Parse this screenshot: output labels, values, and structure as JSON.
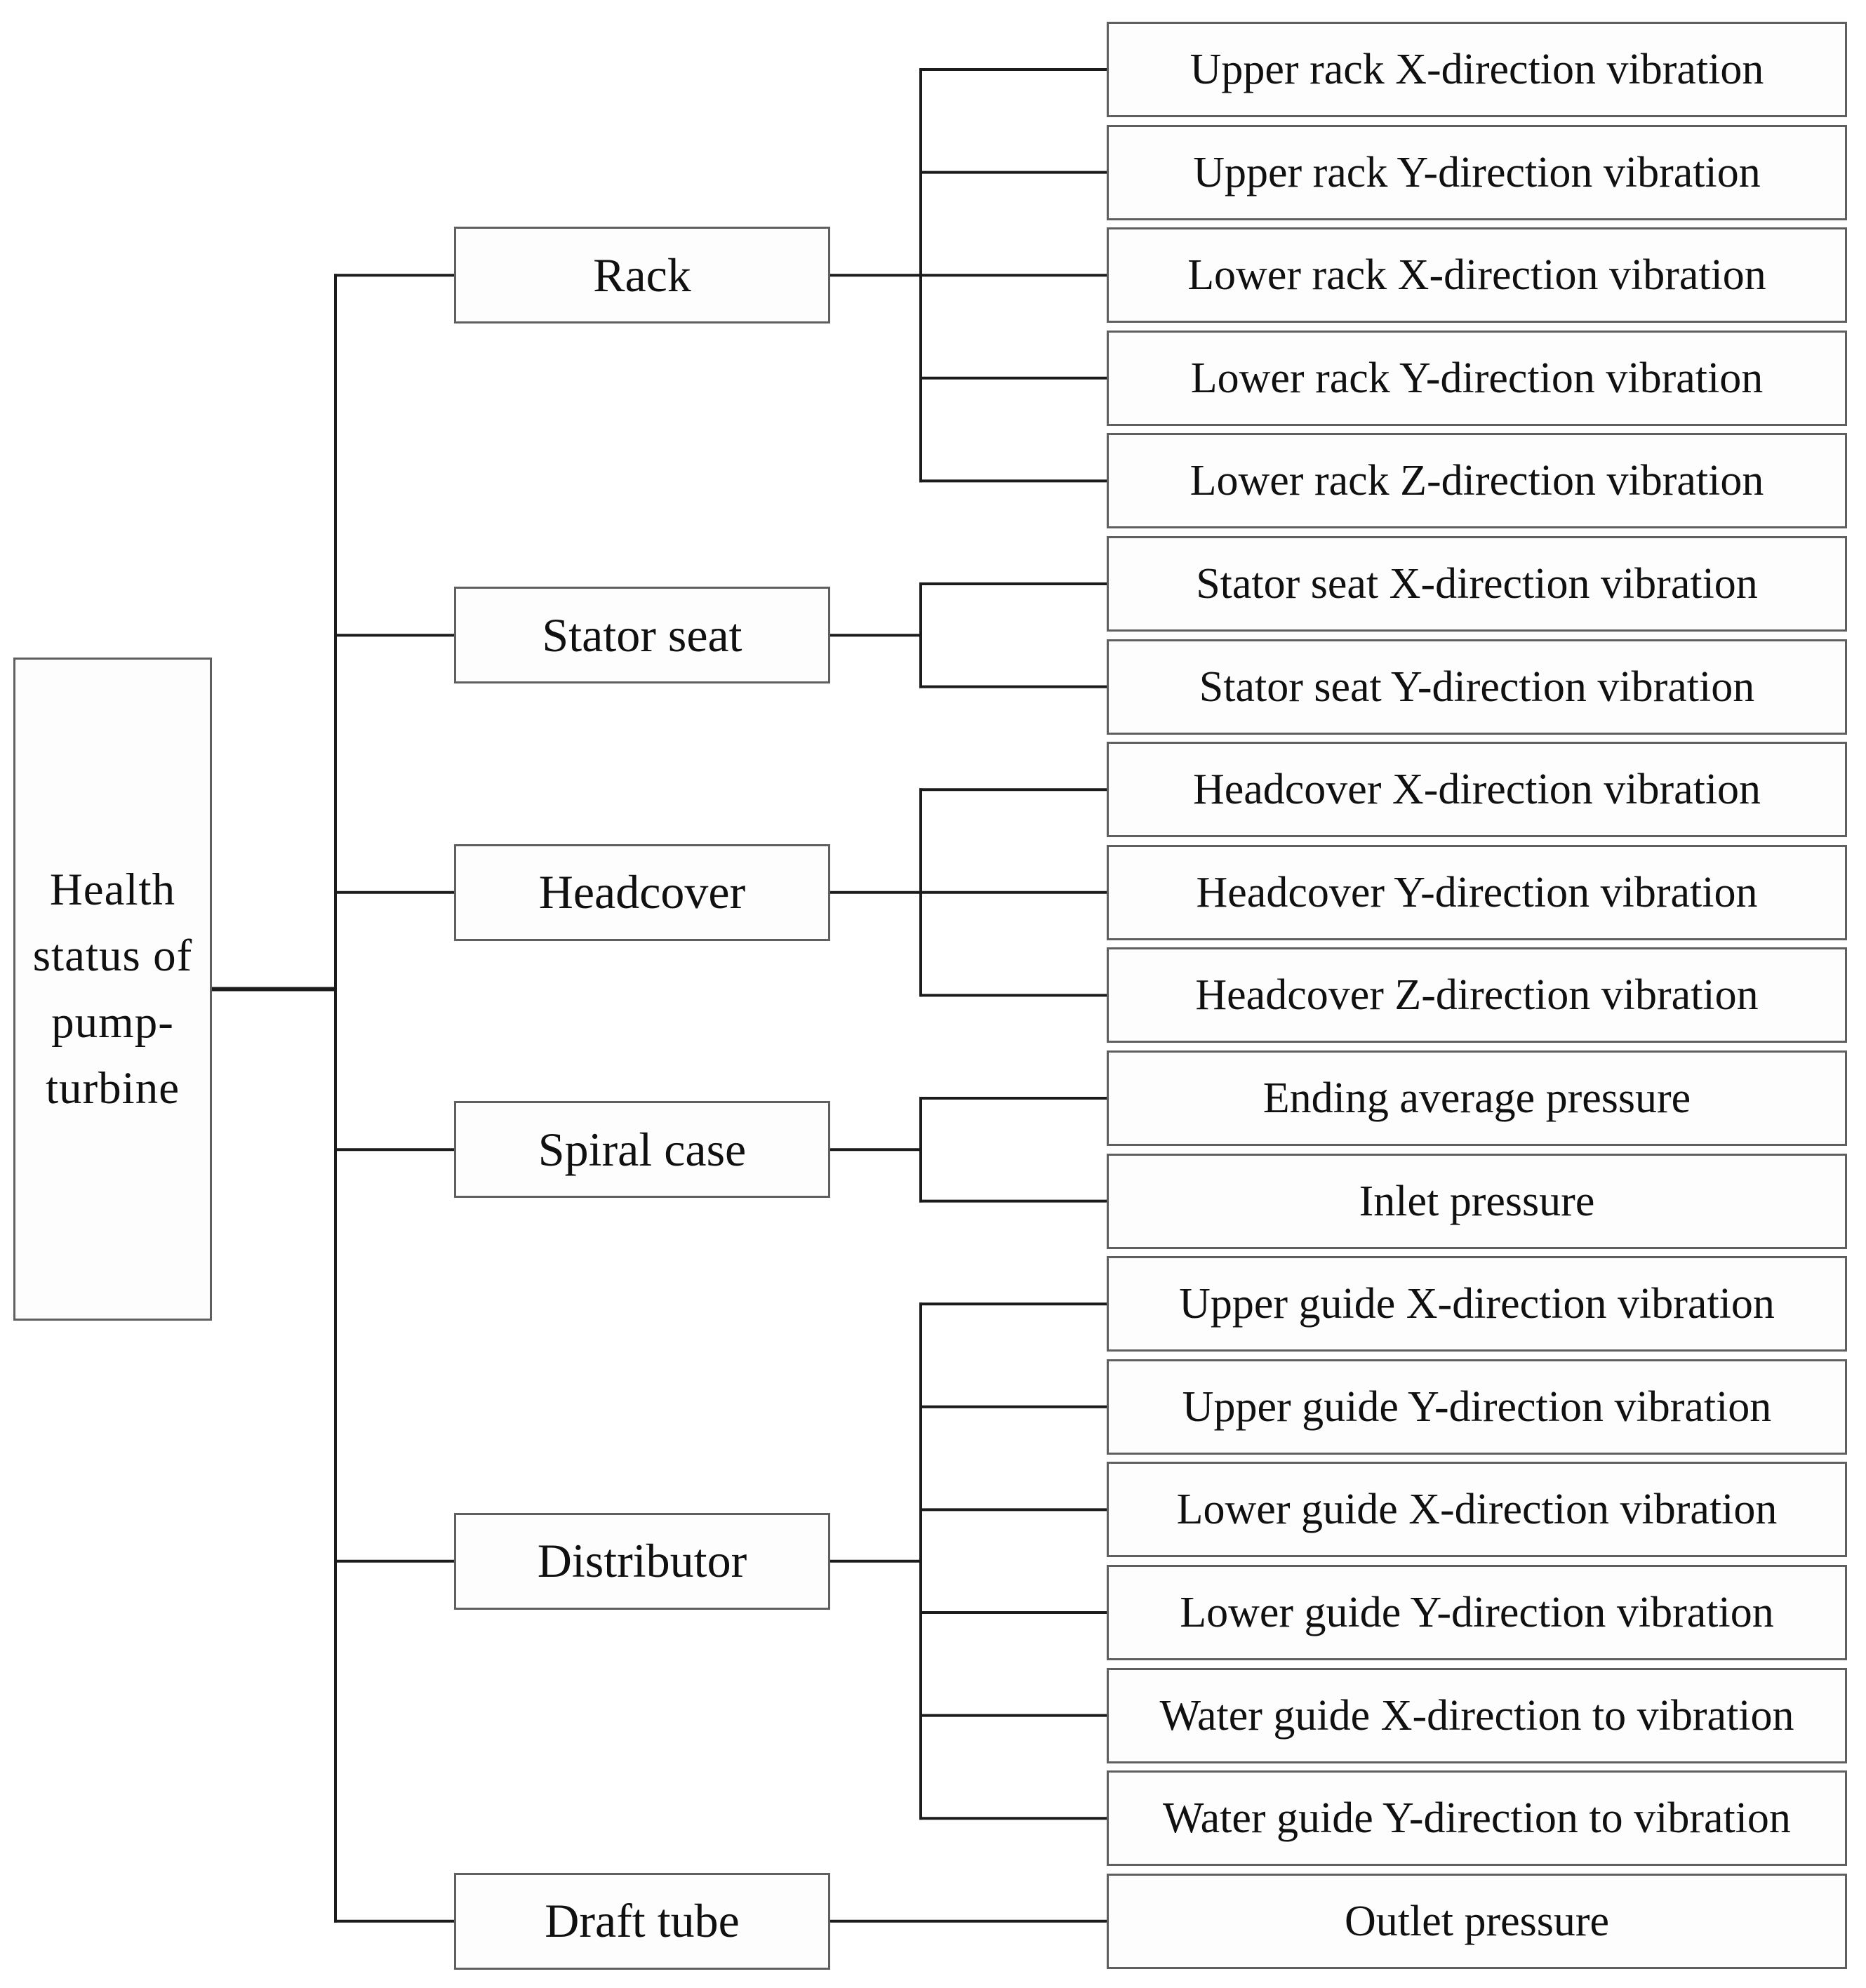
{
  "colors": {
    "background": "#ffffff",
    "box_fill": "#fdfdfd",
    "box_border": "#5f5f5f",
    "line": "#1b1b1b",
    "text": "#101010"
  },
  "tree": {
    "root": {
      "label": "Health status of pump-turbine",
      "lines": [
        "Health",
        "status of",
        "pump-",
        "turbine"
      ]
    },
    "groups": [
      {
        "label": "Rack",
        "leaves": [
          "Upper rack X-direction vibration",
          "Upper rack Y-direction vibration",
          "Lower rack X-direction vibration",
          "Lower rack Y-direction vibration",
          "Lower rack Z-direction vibration"
        ]
      },
      {
        "label": "Stator seat",
        "leaves": [
          "Stator seat X-direction vibration",
          "Stator seat Y-direction vibration"
        ]
      },
      {
        "label": "Headcover",
        "leaves": [
          "Headcover X-direction vibration",
          "Headcover Y-direction vibration",
          "Headcover Z-direction vibration"
        ]
      },
      {
        "label": "Spiral case",
        "leaves": [
          "Ending average pressure",
          "Inlet pressure"
        ]
      },
      {
        "label": "Distributor",
        "leaves": [
          "Upper guide X-direction vibration",
          "Upper guide Y-direction vibration",
          "Lower guide X-direction vibration",
          "Lower guide Y-direction vibration",
          "Water guide X-direction to vibration",
          "Water guide Y-direction to vibration"
        ]
      },
      {
        "label": "Draft tube",
        "leaves": [
          "Outlet pressure"
        ]
      }
    ]
  }
}
